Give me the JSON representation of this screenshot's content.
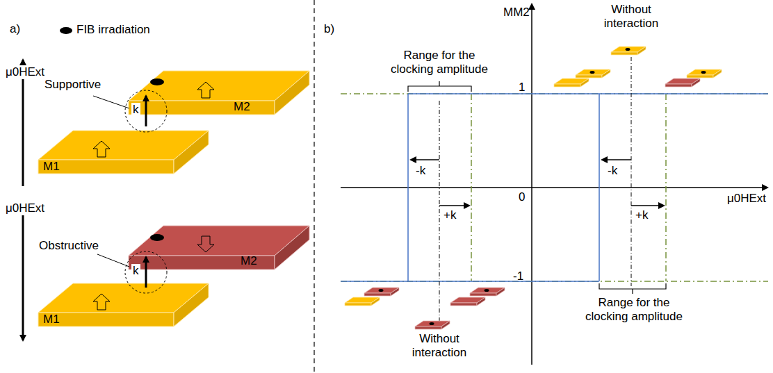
{
  "diagram": {
    "labels": [
      "a)",
      "μ0HExt",
      "Supportive",
      "k",
      "M2",
      "M1",
      "μ0HExt",
      "Obstructive",
      "k",
      "M2",
      "M1",
      "b)",
      "MM2",
      "1",
      "Without interaction",
      "Range for the clocking amplitude",
      "-k",
      "-k",
      "+k",
      "+k",
      "0",
      "μ0HExt",
      "-1",
      "Range for the clocking amplitude",
      "Without interaction"
    ],
    "legend": [
      {
        "text": "FIB irradiation"
      }
    ]
  }
}
